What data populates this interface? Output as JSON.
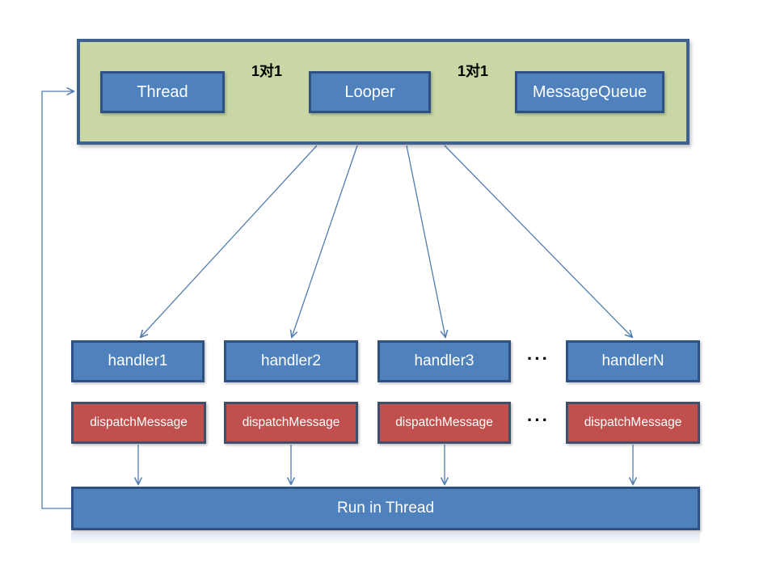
{
  "diagram": {
    "title_hint": "Android Looper / Handler message dispatch diagram",
    "top_group": {
      "thread_label": "Thread",
      "looper_label": "Looper",
      "message_queue_label": "MessageQueue",
      "relation_left": "1对1",
      "relation_right": "1对1"
    },
    "handlers": {
      "items": [
        "handler1",
        "handler2",
        "handler3",
        "handlerN"
      ]
    },
    "dispatch": {
      "label": "dispatchMessage"
    },
    "ellipsis": "···",
    "run_box_label": "Run in Thread",
    "colors": {
      "box_blue_fill": "#4f81bd",
      "box_blue_border": "#2e5181",
      "box_red_fill": "#c0504d",
      "box_red_border": "#3f4f6b",
      "group_green_fill": "#c8d7a3",
      "group_green_border": "#3e618f",
      "arrow": "#527cb0",
      "relation_text": "#000000",
      "box_text": "#ffffff",
      "background": "#ffffff"
    }
  }
}
